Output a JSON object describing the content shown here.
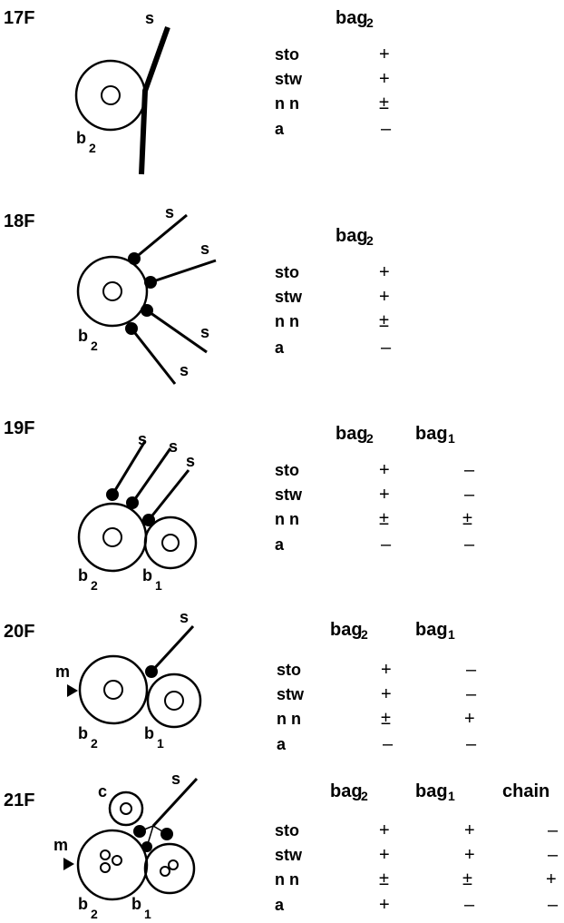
{
  "rows": [
    "sto",
    "stw",
    "n n",
    "a"
  ],
  "panels": [
    {
      "id": "17F",
      "labels": [
        {
          "text": "s",
          "sub": ""
        },
        {
          "text": "b",
          "sub": "2"
        }
      ],
      "columns": [
        {
          "base": "bag",
          "sub": "2",
          "values": [
            "+",
            "+",
            "±",
            "–"
          ]
        }
      ]
    },
    {
      "id": "18F",
      "labels": [
        {
          "text": "s",
          "sub": ""
        },
        {
          "text": "s",
          "sub": ""
        },
        {
          "text": "s",
          "sub": ""
        },
        {
          "text": "s",
          "sub": ""
        },
        {
          "text": "b",
          "sub": "2"
        }
      ],
      "columns": [
        {
          "base": "bag",
          "sub": "2",
          "values": [
            "+",
            "+",
            "±",
            "–"
          ]
        }
      ]
    },
    {
      "id": "19F",
      "labels": [
        {
          "text": "s",
          "sub": ""
        },
        {
          "text": "s",
          "sub": ""
        },
        {
          "text": "s",
          "sub": ""
        },
        {
          "text": "b",
          "sub": "2"
        },
        {
          "text": "b",
          "sub": "1"
        }
      ],
      "columns": [
        {
          "base": "bag",
          "sub": "2",
          "values": [
            "+",
            "+",
            "±",
            "–"
          ]
        },
        {
          "base": "bag",
          "sub": "1",
          "values": [
            "–",
            "–",
            "±",
            "–"
          ]
        }
      ]
    },
    {
      "id": "20F",
      "labels": [
        {
          "text": "s",
          "sub": ""
        },
        {
          "text": "m",
          "sub": ""
        },
        {
          "text": "b",
          "sub": "2"
        },
        {
          "text": "b",
          "sub": "1"
        }
      ],
      "columns": [
        {
          "base": "bag",
          "sub": "2",
          "values": [
            "+",
            "+",
            "±",
            "–"
          ]
        },
        {
          "base": "bag",
          "sub": "1",
          "values": [
            "–",
            "–",
            "+",
            "–"
          ]
        }
      ]
    },
    {
      "id": "21F",
      "labels": [
        {
          "text": "c",
          "sub": ""
        },
        {
          "text": "s",
          "sub": ""
        },
        {
          "text": "m",
          "sub": ""
        },
        {
          "text": "b",
          "sub": "2"
        },
        {
          "text": "b",
          "sub": "1"
        }
      ],
      "columns": [
        {
          "base": "bag",
          "sub": "2",
          "values": [
            "+",
            "+",
            "±",
            "+"
          ]
        },
        {
          "base": "bag",
          "sub": "1",
          "values": [
            "+",
            "+",
            "±",
            "–"
          ]
        },
        {
          "base": "chain",
          "sub": "",
          "values": [
            "–",
            "–",
            "+",
            "–"
          ]
        }
      ]
    }
  ]
}
